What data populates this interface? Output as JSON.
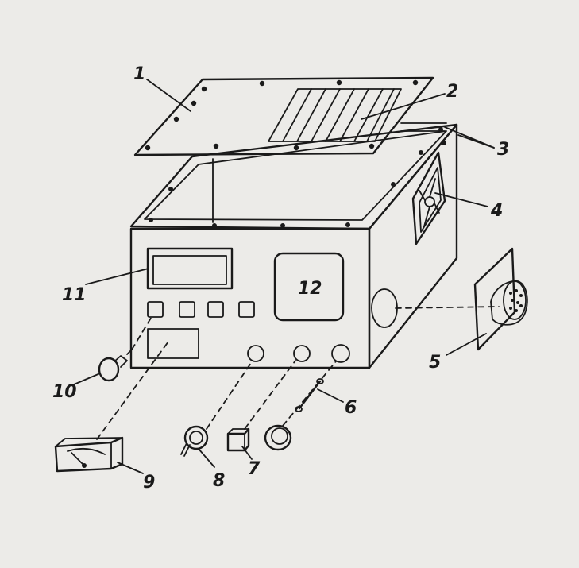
{
  "ink_color": "#1a1a1a",
  "paper_color": "#ecebe8",
  "callouts": {
    "c1": "1",
    "c2": "2",
    "c3": "3",
    "c4": "4",
    "c5": "5",
    "c6": "6",
    "c7": "7",
    "c8": "8",
    "c9": "9",
    "c10": "10",
    "c11": "11",
    "c12": "12"
  }
}
